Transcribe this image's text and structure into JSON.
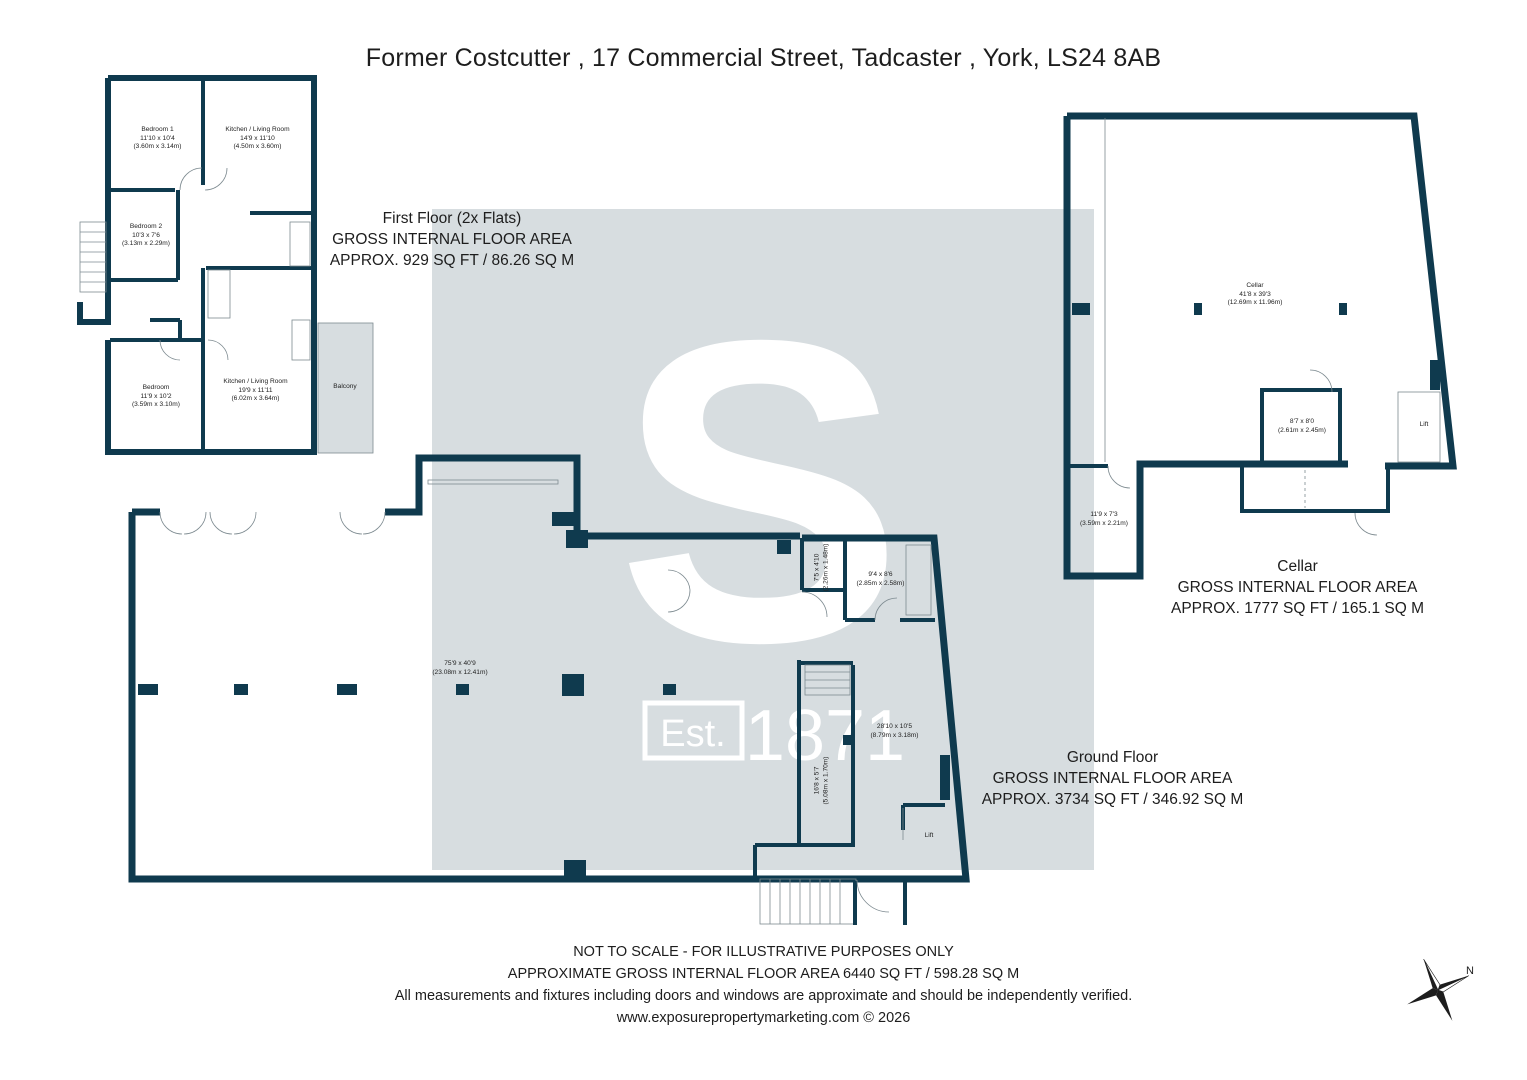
{
  "title": "Former Costcutter , 17 Commercial Street, Tadcaster , York, LS24 8AB",
  "watermark": {
    "letter": "S",
    "est_label": "Est.",
    "year": "1871"
  },
  "first_floor": {
    "heading": "First Floor (2x Flats)",
    "area_label": "GROSS INTERNAL FLOOR AREA",
    "area_value": "APPROX. 929 SQ FT / 86.26 SQ M",
    "rooms": [
      {
        "name": "Bedroom 1",
        "imperial": "11'10 x 10'4",
        "metric": "(3.60m x 3.14m)"
      },
      {
        "name": "Kitchen / Living Room",
        "imperial": "14'9 x 11'10",
        "metric": "(4.50m x 3.60m)"
      },
      {
        "name": "Bedroom 2",
        "imperial": "10'3 x 7'6",
        "metric": "(3.13m x 2.29m)"
      },
      {
        "name": "Bedroom",
        "imperial": "11'9 x 10'2",
        "metric": "(3.59m x 3.10m)"
      },
      {
        "name": "Kitchen / Living Room",
        "imperial": "19'9 x 11'11",
        "metric": "(6.02m x 3.64m)"
      },
      {
        "name": "Balcony"
      }
    ]
  },
  "ground_floor": {
    "heading": "Ground Floor",
    "area_label": "GROSS INTERNAL FLOOR AREA",
    "area_value": "APPROX. 3734 SQ FT / 346.92 SQ M",
    "rooms": [
      {
        "imperial": "75'9 x 40'9",
        "metric": "(23.08m x 12.41m)"
      },
      {
        "imperial": "7'5 x 4'10",
        "metric": "(2.26m x 1.48m)"
      },
      {
        "imperial": "9'4 x 8'6",
        "metric": "(2.85m x 2.58m)"
      },
      {
        "imperial": "28'10 x 10'5",
        "metric": "(8.79m x 3.18m)"
      },
      {
        "imperial": "16'8 x 5'7",
        "metric": "(5.08m x 1.70m)"
      },
      {
        "name": "Lift"
      }
    ]
  },
  "cellar": {
    "heading": "Cellar",
    "area_label": "GROSS INTERNAL FLOOR AREA",
    "area_value": "APPROX. 1777 SQ FT / 165.1 SQ M",
    "rooms": [
      {
        "name": "Cellar",
        "imperial": "41'8 x 39'3",
        "metric": "(12.69m x 11.96m)"
      },
      {
        "imperial": "8'7 x 8'0",
        "metric": "(2.61m x 2.45m)"
      },
      {
        "imperial": "11'9 x 7'3",
        "metric": "(3.59m x 2.21m)"
      },
      {
        "name": "Lift"
      }
    ]
  },
  "footer": {
    "line1": "NOT TO SCALE - FOR ILLUSTRATIVE PURPOSES ONLY",
    "line2": "APPROXIMATE GROSS INTERNAL FLOOR AREA 6440 SQ FT / 598.28 SQ M",
    "line3": "All measurements and fixtures including doors and windows are approximate and should be independently verified.",
    "line4": "www.exposurepropertymarketing.com © 2026"
  },
  "compass": {
    "label": "N",
    "icon": "compass-rose-icon"
  },
  "colors": {
    "wall": "#0f3a4e",
    "watermark_bg": "#d7dde0",
    "text": "#1d1d1d"
  }
}
